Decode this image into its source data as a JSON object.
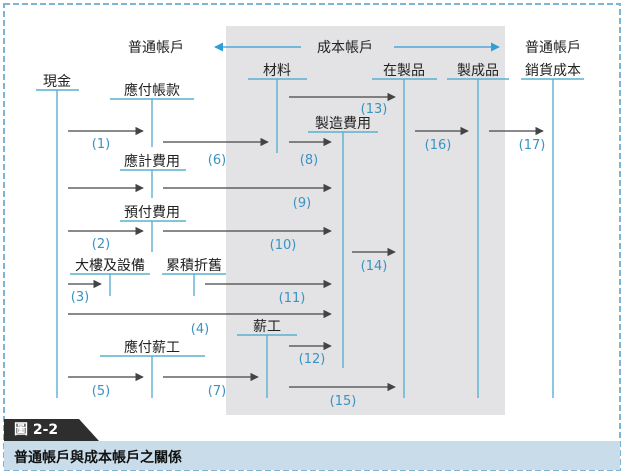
{
  "figure": {
    "label": "圖 2-2",
    "caption": "普通帳戶與成本帳戶之關係"
  },
  "headers": {
    "general_left": "普通帳戶",
    "cost": "成本帳戶",
    "general_right": "普通帳戶"
  },
  "accounts": {
    "cash": "現金",
    "accounts_payable": "應付帳款",
    "accrued_expenses": "應計費用",
    "prepaid_expenses": "預付費用",
    "building_equipment": "大樓及設備",
    "accumulated_depreciation": "累積折舊",
    "wages_payable": "應付薪工",
    "materials": "材料",
    "manufacturing_overhead": "製造費用",
    "payroll": "薪工",
    "work_in_process": "在製品",
    "finished_goods": "製成品",
    "cost_of_goods_sold": "銷貨成本"
  },
  "steps": [
    "(1)",
    "(2)",
    "(3)",
    "(4)",
    "(5)",
    "(6)",
    "(7)",
    "(8)",
    "(9)",
    "(10)",
    "(11)",
    "(12)",
    "(13)",
    "(14)",
    "(15)",
    "(16)",
    "(17)"
  ],
  "colors": {
    "line": "#5ab0d2",
    "arrow": "#444444",
    "step_label": "#3a93c2",
    "cost_region": "#e3e3e5",
    "frame_border": "#7fb4d6",
    "caption_bar": "#c9dcea",
    "figure_tab": "#2e2e2e"
  }
}
